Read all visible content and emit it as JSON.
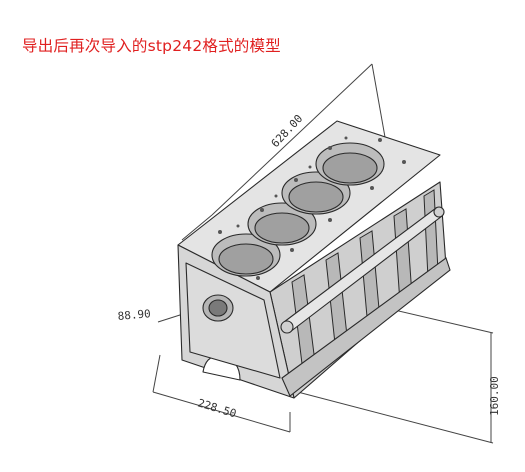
{
  "caption": "导出后再次导入的stp242格式的模型",
  "dimensions": {
    "length": "628.00",
    "width": "228.50",
    "height": "160.00",
    "bore": "88.90"
  },
  "colors": {
    "caption": "#e02020",
    "outline": "#2a2a2a",
    "top_face": "#e2e2e2",
    "front_face": "#d4d4d4",
    "side_face": "#c9c9c9",
    "dark": "#8f8f8f",
    "dimension": "#444444"
  }
}
